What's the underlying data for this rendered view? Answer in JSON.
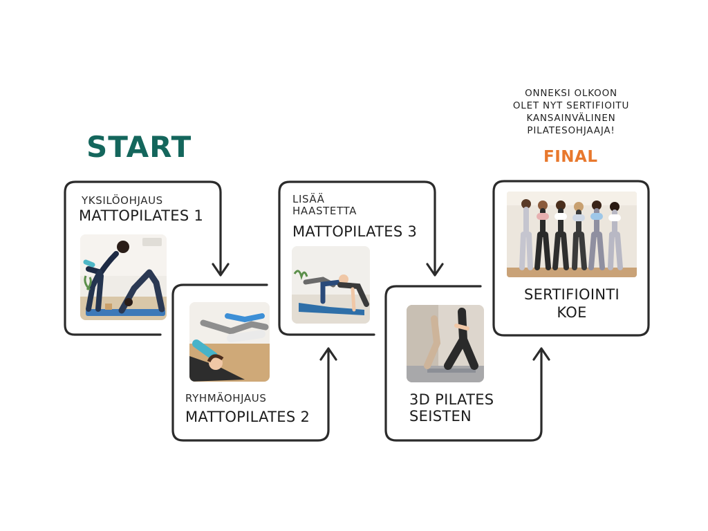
{
  "start_label": "START",
  "final_label": "FINAL",
  "congrats_lines": [
    "ONNEKSI OLKOON",
    "OLET NYT SERTIFIOITU",
    "KANSAINVÄLINEN",
    "PILATESOHJAAJA!"
  ],
  "steps": [
    {
      "subtitle": "YKSILÖOHJAUS",
      "title": "MATTOPILATES 1",
      "image": "pilates-instructor-assisting-downward-dog"
    },
    {
      "subtitle": "RYHMÄOHJAUS",
      "title": "MATTOPILATES 2",
      "image": "women-lying-on-mats-group-class"
    },
    {
      "subtitle_lines": [
        "LISÄÄ",
        "HAASTETTA"
      ],
      "title": "MATTOPILATES 3",
      "image": "women-plank-on-mats"
    },
    {
      "title_lines": [
        "3D PILATES",
        "SEISTEN"
      ],
      "image": "standing-lunge-pilates"
    },
    {
      "title_lines": [
        "SERTIFIOINTI",
        "KOE"
      ],
      "image": "group-of-women-leaning-on-wall"
    }
  ],
  "colors": {
    "start": "#14665c",
    "final": "#e8782d",
    "outline": "#2b2b2b"
  }
}
